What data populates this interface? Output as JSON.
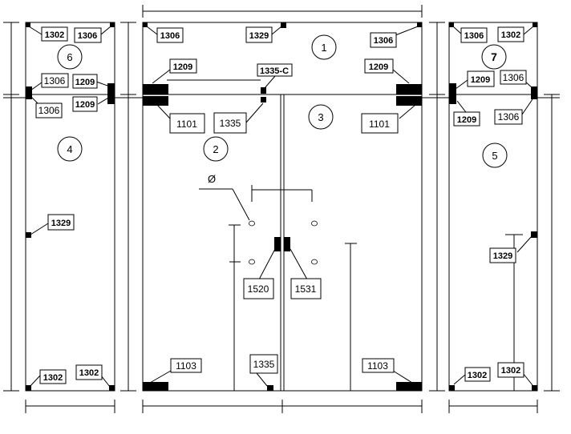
{
  "panels": {
    "p1": "1",
    "p2": "2",
    "p3": "3",
    "p4": "4",
    "p5": "5",
    "p6": "6",
    "p7": "7"
  },
  "labels": {
    "l6_1302": "1302",
    "l6_1306": "1306",
    "l6_1306b": "1306",
    "l6_1209": "1209",
    "l4_1306": "1306",
    "l4_1209": "1209",
    "l4_1329": "1329",
    "l4_1302a": "1302",
    "l4_1302b": "1302",
    "l1_1306a": "1306",
    "l1_1329": "1329",
    "l1_1306b": "1306",
    "l1_1209a": "1209",
    "l1_1335c": "1335-C",
    "l1_1209b": "1209",
    "l2_1101": "1101",
    "l2_1335": "1335",
    "l3_1101": "1101",
    "phi": "Ø",
    "l2_1520": "1520",
    "l3_1531": "1531",
    "l2_1103": "1103",
    "l2_1335b": "1335",
    "l3_1103": "1103",
    "l7_1306": "1306",
    "l7_1302": "1302",
    "l7_1209": "1209",
    "l7_1306b": "1306",
    "l5_1209": "1209",
    "l5_1306": "1306",
    "l5_1329": "1329",
    "l5_1302a": "1302",
    "l5_1302b": "1302"
  }
}
